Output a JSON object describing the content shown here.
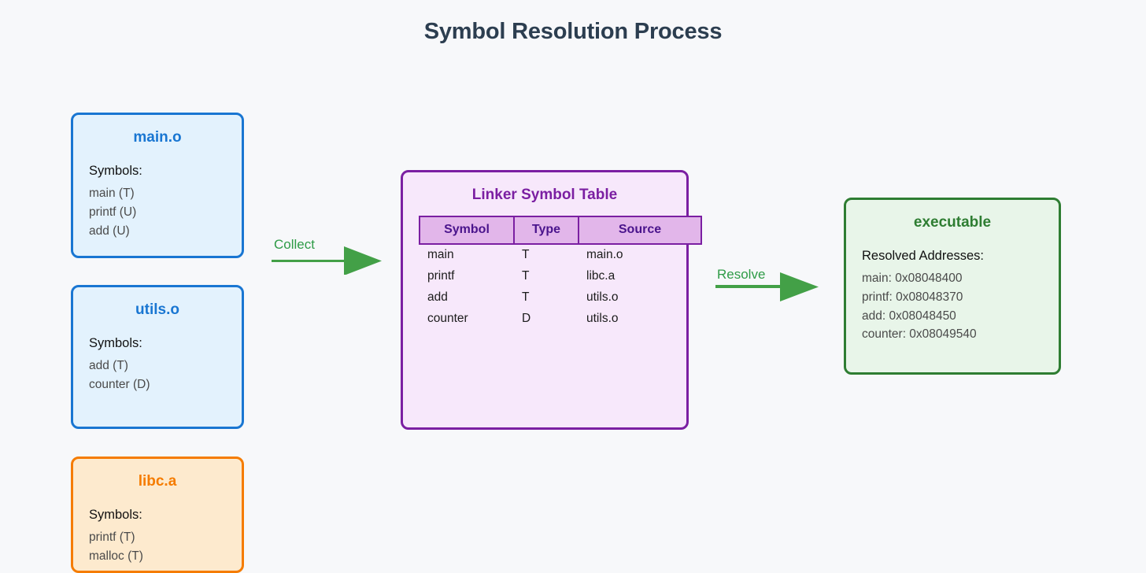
{
  "title": "Symbol Resolution Process",
  "colors": {
    "background": "#f7f8fa",
    "title_text": "#2c3e50",
    "object_border": "#1976d2",
    "object_fill": "#e3f2fd",
    "archive_border": "#f57c00",
    "archive_fill": "#fdeace",
    "table_border": "#7b1fa2",
    "table_fill": "#f7e8fb",
    "table_header_fill": "#e2b6ea",
    "table_header_text": "#4a148c",
    "exe_border": "#2e7d32",
    "exe_fill": "#e8f5e9",
    "arrow_green": "#43a047",
    "arrow_label_green": "#2e9b46"
  },
  "inputs": [
    {
      "id": "main-o",
      "title": "main.o",
      "subtitle": "Symbols:",
      "lines": [
        "main (T)",
        "printf (U)",
        "add (U)"
      ]
    },
    {
      "id": "utils-o",
      "title": "utils.o",
      "subtitle": "Symbols:",
      "lines": [
        "add (T)",
        "counter (D)"
      ]
    },
    {
      "id": "libc-a",
      "title": "libc.a",
      "subtitle": "Symbols:",
      "lines": [
        "printf (T)",
        "malloc (T)"
      ]
    }
  ],
  "linker_table": {
    "title": "Linker Symbol Table",
    "columns": [
      "Symbol",
      "Type",
      "Source"
    ],
    "rows": [
      [
        "main",
        "T",
        "main.o"
      ],
      [
        "printf",
        "T",
        "libc.a"
      ],
      [
        "add",
        "T",
        "utils.o"
      ],
      [
        "counter",
        "D",
        "utils.o"
      ]
    ]
  },
  "output": {
    "title": "executable",
    "subtitle": "Resolved Addresses:",
    "lines": [
      "main: 0x08048400",
      "printf: 0x08048370",
      "add: 0x08048450",
      "counter: 0x08049540"
    ]
  },
  "arrows": [
    {
      "id": "collect",
      "label": "Collect"
    },
    {
      "id": "resolve",
      "label": "Resolve"
    }
  ]
}
